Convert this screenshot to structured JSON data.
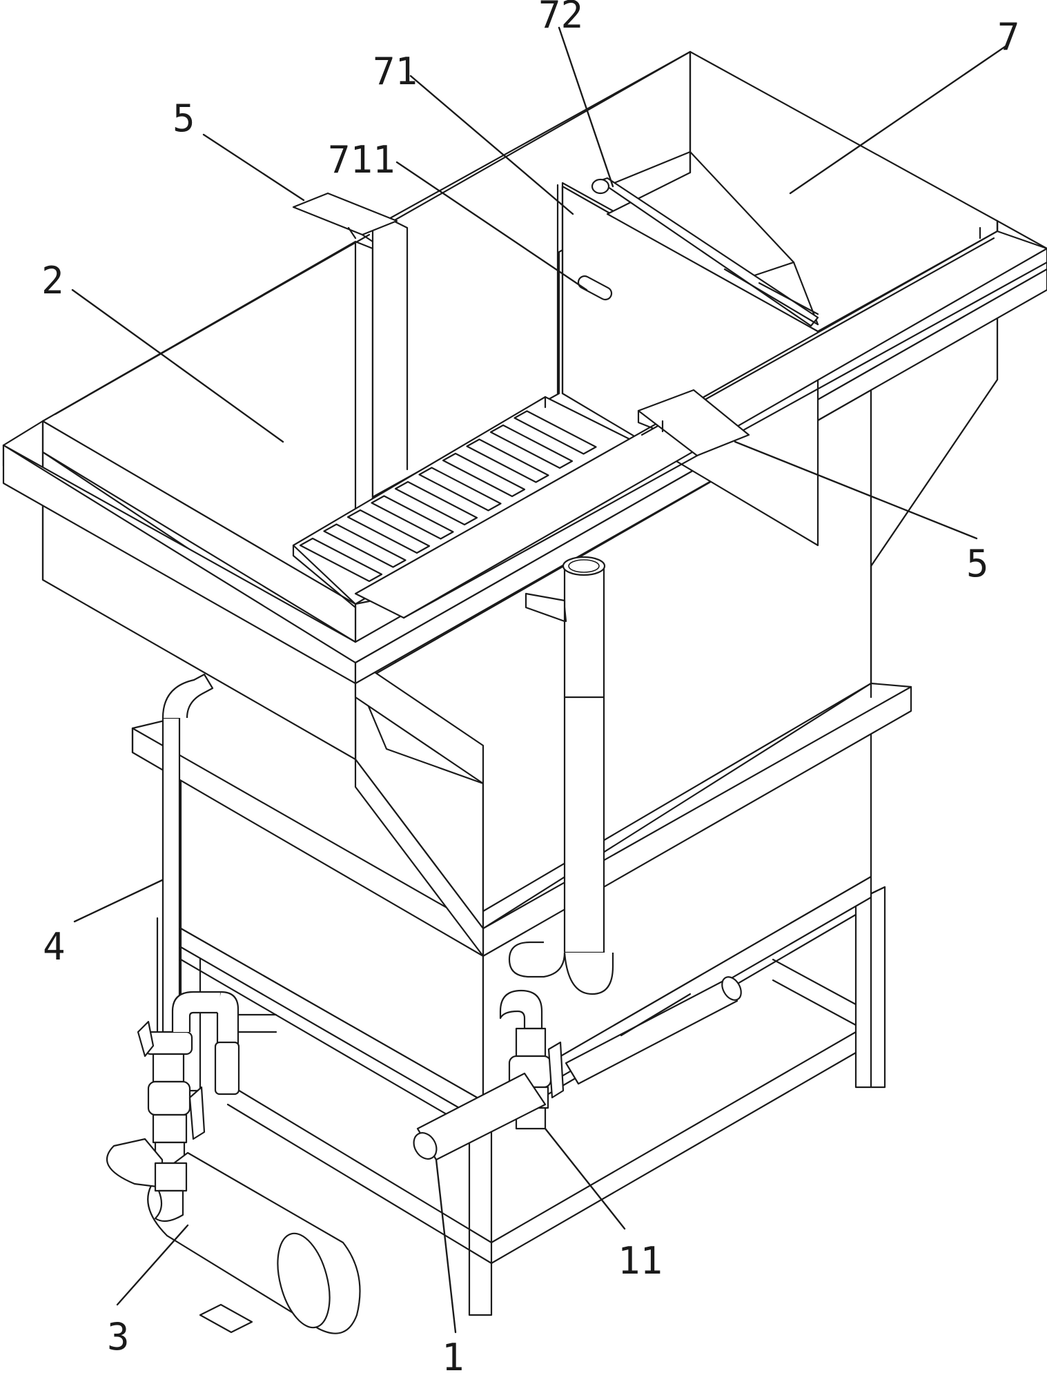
{
  "labels": {
    "l72": "72",
    "l7": "7",
    "l71": "71",
    "l711": "711",
    "l5_top": "5",
    "l2": "2",
    "l5_right": "5",
    "l4": "4",
    "l11": "11",
    "l3": "3",
    "l1": "1"
  },
  "colors": {
    "line": "#1a1a1a",
    "background": "#ffffff"
  }
}
